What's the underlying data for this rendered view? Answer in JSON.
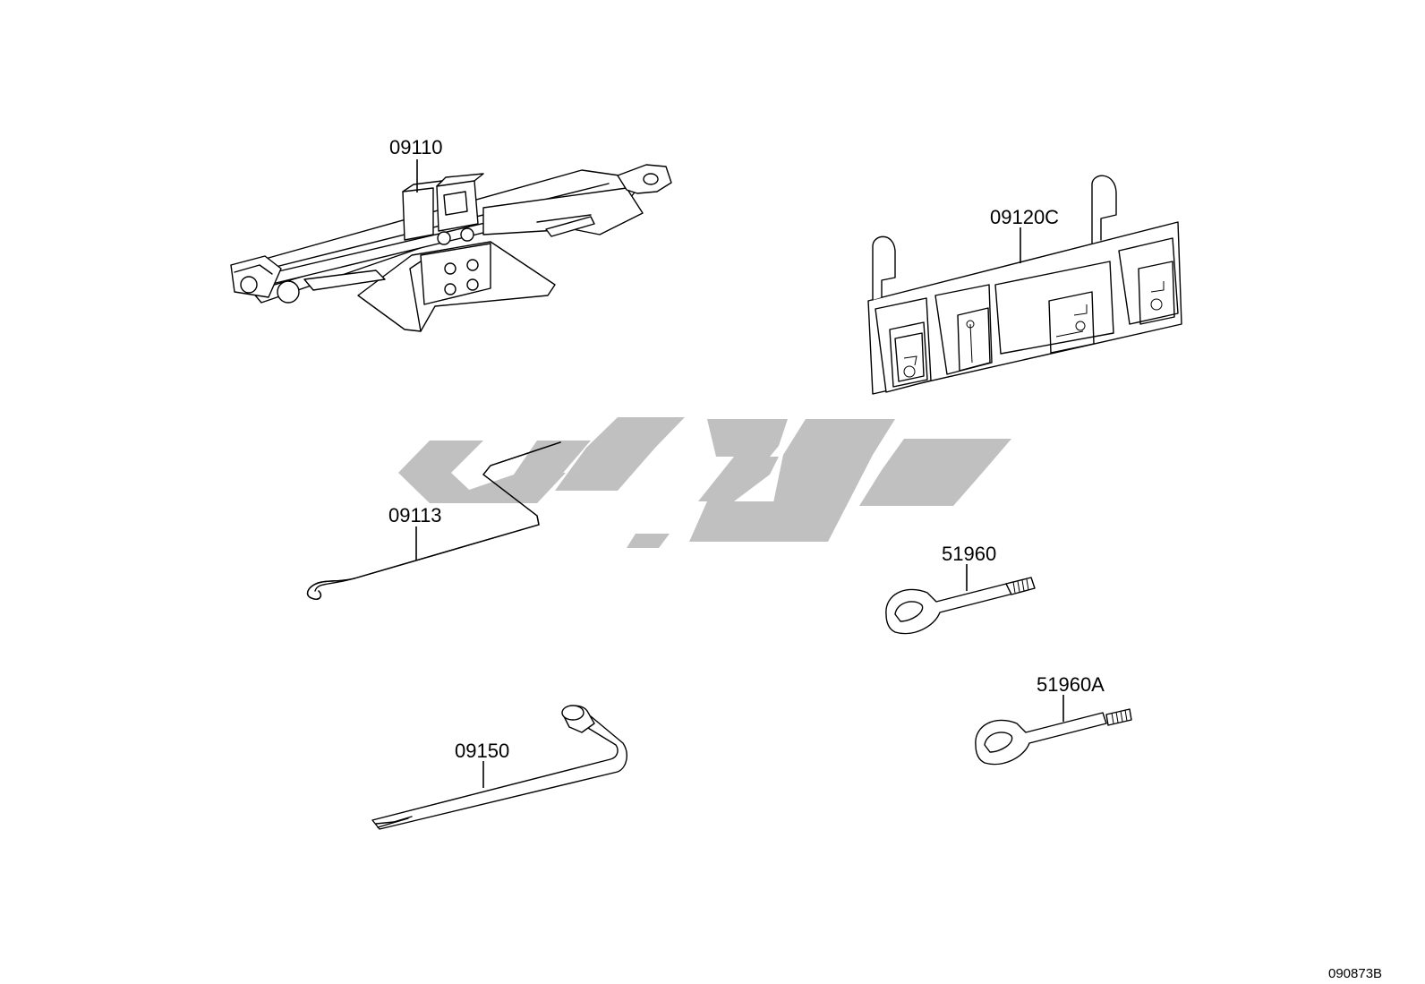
{
  "parts": [
    {
      "id": "jack",
      "label": "09110"
    },
    {
      "id": "tool_bag",
      "label": "09120C"
    },
    {
      "id": "jack_handle",
      "label": "09113"
    },
    {
      "id": "towing_eye_1",
      "label": "51960"
    },
    {
      "id": "towing_eye_2",
      "label": "51960A"
    },
    {
      "id": "wheel_wrench",
      "label": "09150"
    }
  ],
  "diagram_code": "090873B",
  "watermark": {
    "color": "#bdbdbd"
  },
  "line_color": "#000000",
  "background": "#ffffff"
}
